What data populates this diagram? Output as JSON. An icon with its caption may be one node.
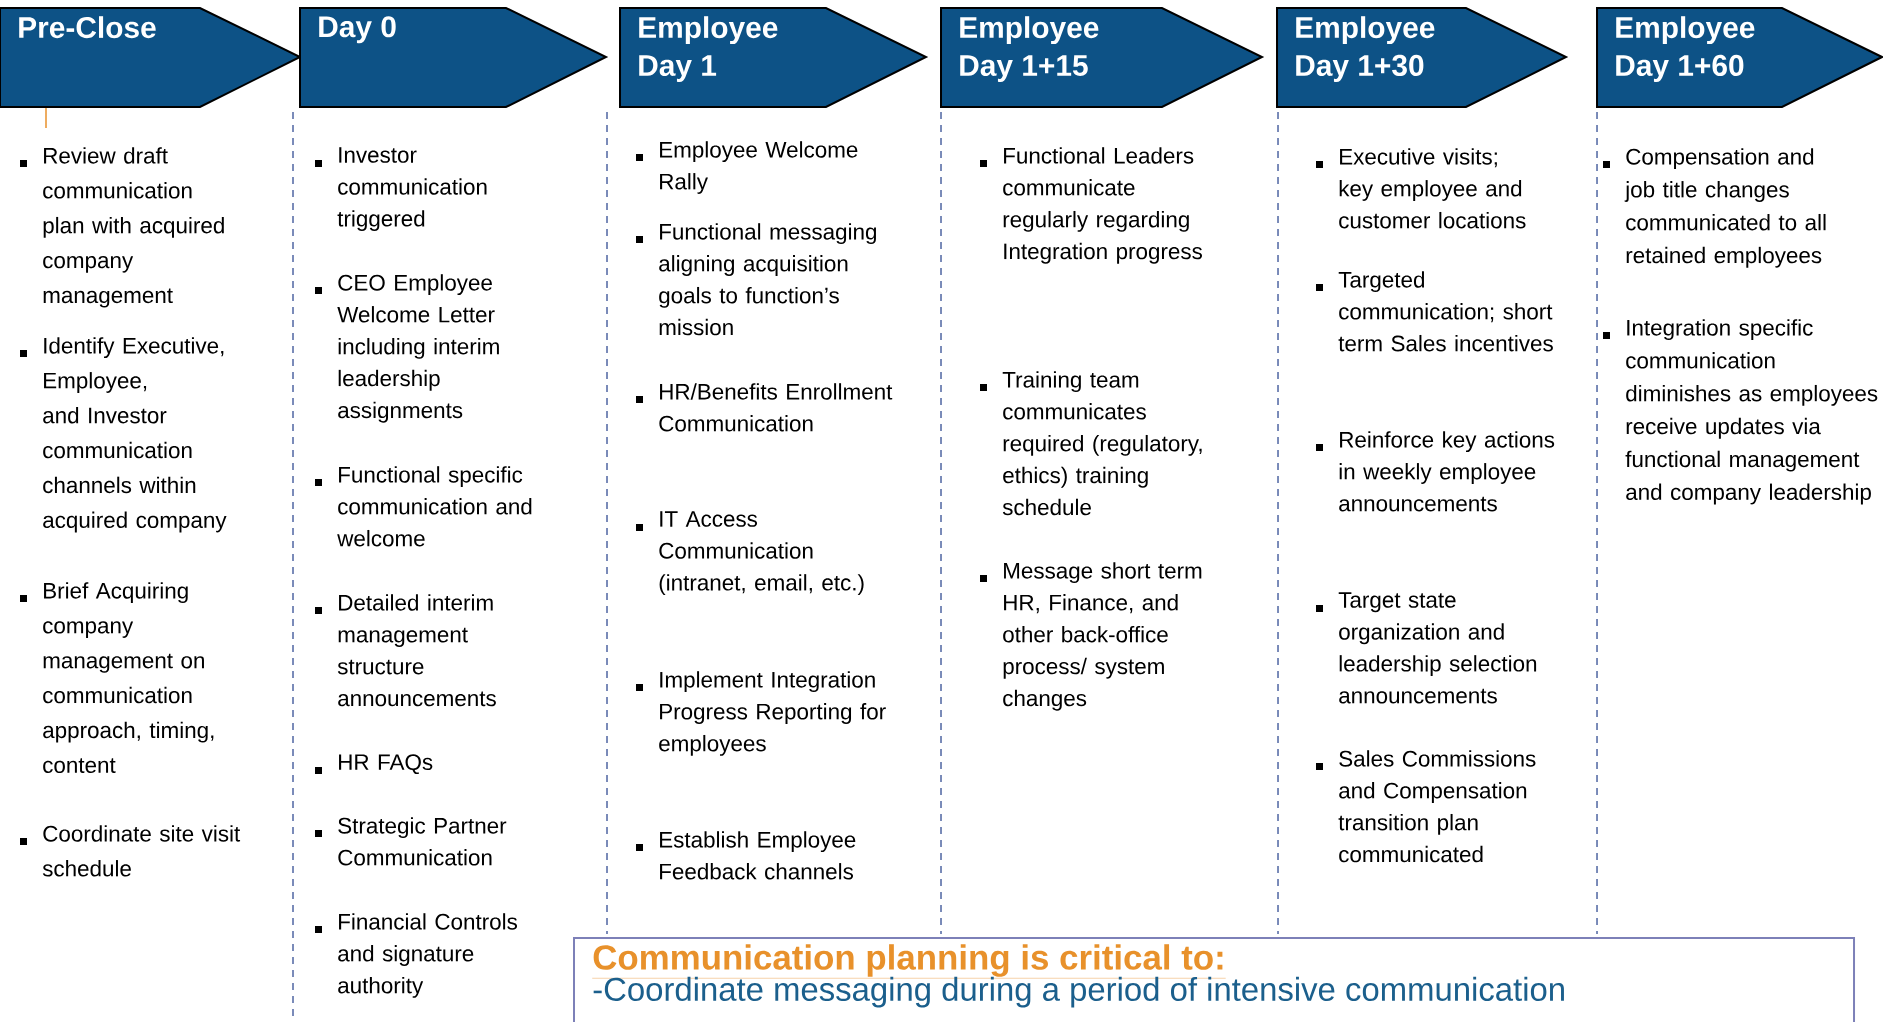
{
  "diagram": {
    "nodes": [
      {
        "text": [
          "Pre-Close"
        ],
        "beside": [
          "Review draft communication plan with acquired company management",
          "Identify Executive, Employee, and Investor communication channels within acquired company",
          "Brief Acquiring company management on communication approach, timing, content",
          "Coordinate site visit schedule"
        ]
      },
      {
        "text": [
          "Day 0"
        ],
        "beside": [
          "Investor communication triggered",
          "CEO Employee Welcome Letter including interim leadership assignments",
          "Functional specific communication and welcome",
          "Detailed interim management structure announcements",
          "HR FAQs",
          "Strategic Partner Communication",
          "Financial Controls and signature authority"
        ]
      },
      {
        "text": [
          "Employee Day 1"
        ],
        "beside": [
          "Employee Welcome Rally",
          "Functional messaging aligning acquisition goals to function’s mission",
          "HR/Benefits Enrollment Communication",
          "IT Access Communication (intranet, email, etc.)",
          "Implement Integration Progress Reporting for employees",
          "Establish Employee Feedback channels"
        ]
      },
      {
        "text": [
          "Employee Day 1+15"
        ],
        "beside": [
          "Functional Leaders communicate regularly regarding Integration progress",
          "Training team communicates required (regulatory, ethics) training schedule",
          "Message short term HR, Finance, and other back-office process/ system changes"
        ]
      },
      {
        "text": [
          "Employee Day 1+30"
        ],
        "beside": [
          "Executive visits; key employee and customer locations",
          "Targeted communication; short term Sales incentives",
          "Reinforce key actions in weekly employee announcements",
          "Target state organization and leadership selection announcements",
          "Sales Commissions and Compensation transition plan communicated"
        ]
      },
      {
        "text": [
          "Employee Day 1+60"
        ],
        "beside": [
          "Compensation and job title changes communicated to all retained employees",
          "Integration specific communication diminishes as employees receive updates via functional management and company leadership"
        ]
      },
      {
        "text": [
          "Communication planning is critical to:",
          "-Coordinate messaging during a period of intensive communication"
        ]
      }
    ]
  }
}
